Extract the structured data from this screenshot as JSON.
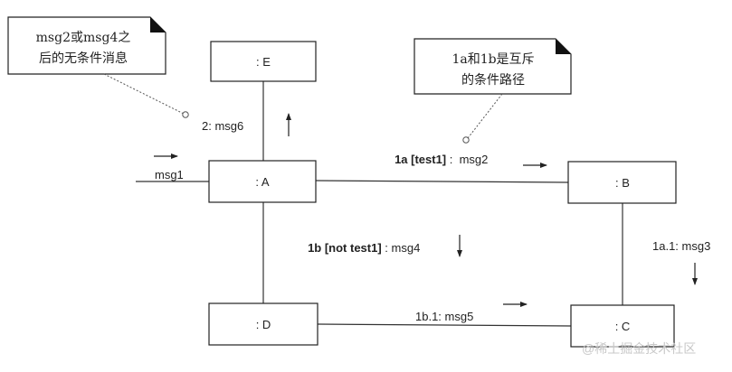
{
  "diagram": {
    "objects": {
      "E": ": E",
      "A": ": A",
      "B": ": B",
      "C": ": C",
      "D": ": D"
    },
    "notes": {
      "left": {
        "line1": "msg2或msg4之",
        "line2": "后的无条件消息"
      },
      "right": {
        "line1": "1a和1b是互斥",
        "line2": "的条件路径"
      }
    },
    "messages": {
      "msg1": "msg1",
      "msg6": "2: msg6",
      "msg2": {
        "seq": "1a [test1]",
        "rest": " :  msg2"
      },
      "msg4": {
        "seq": "1b [not test1]",
        "rest": " : msg4"
      },
      "msg3": "1a.1: msg3",
      "msg5": "1b.1: msg5"
    },
    "watermark": "@稀土掘金技术社区"
  }
}
